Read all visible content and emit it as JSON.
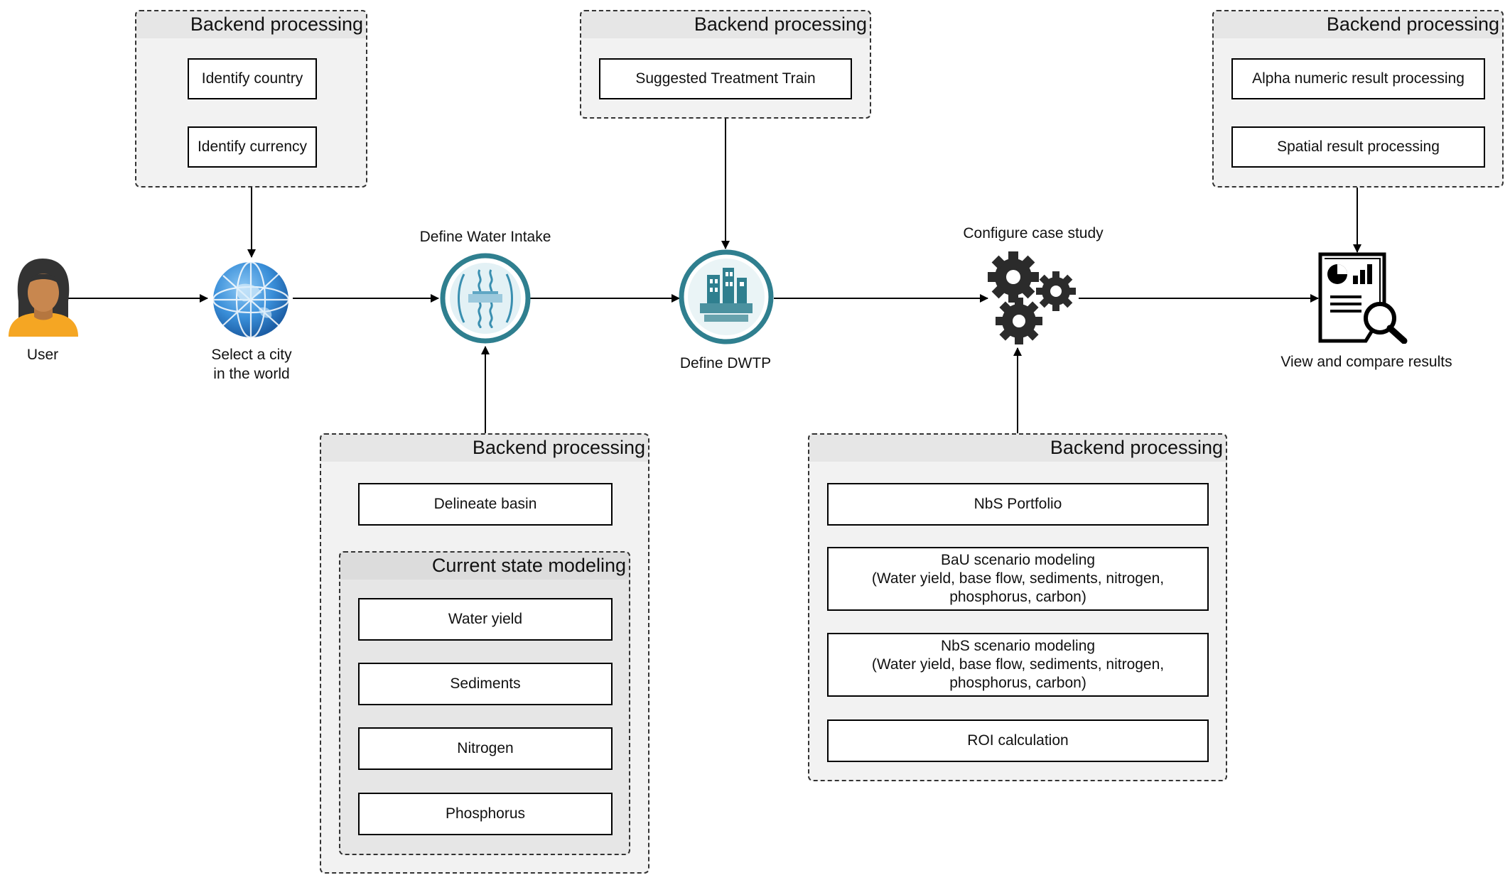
{
  "backend_label": "Backend processing",
  "actor": {
    "label": "User"
  },
  "stages": {
    "select_city": {
      "label": "Select a city\nin the world"
    },
    "water_intake": {
      "label": "Define Water Intake"
    },
    "dwtp": {
      "label": "Define DWTP"
    },
    "case_study": {
      "label": "Configure case study"
    },
    "results": {
      "label": "View and compare results"
    }
  },
  "groups": {
    "country": {
      "title": "Backend processing",
      "tasks": [
        "Identify country",
        "Identify currency"
      ]
    },
    "treatment": {
      "title": "Backend processing",
      "tasks": [
        "Suggested Treatment Train"
      ]
    },
    "results": {
      "title": "Backend processing",
      "tasks": [
        "Alpha numeric result processing",
        "Spatial result processing"
      ]
    },
    "basin": {
      "title": "Backend processing",
      "tasks": [
        "Delineate basin"
      ],
      "current_state": {
        "title": "Current state modeling",
        "tasks": [
          "Water yield",
          "Sediments",
          "Nitrogen",
          "Phosphorus"
        ]
      }
    },
    "case_study": {
      "title": "Backend processing",
      "tasks": [
        "NbS Portfolio",
        "BaU scenario modeling\n(Water yield, base flow, sediments, nitrogen,\nphosphorus, carbon)",
        "NbS scenario modeling\n(Water yield, base flow, sediments, nitrogen,\nphosphorus, carbon)",
        "ROI calculation"
      ]
    }
  },
  "colors": {
    "globe": "#3a8fd9",
    "teal": "#2f7f8f",
    "user_skin": "#c8874f",
    "user_body": "#f5a623",
    "hair": "#333333"
  }
}
